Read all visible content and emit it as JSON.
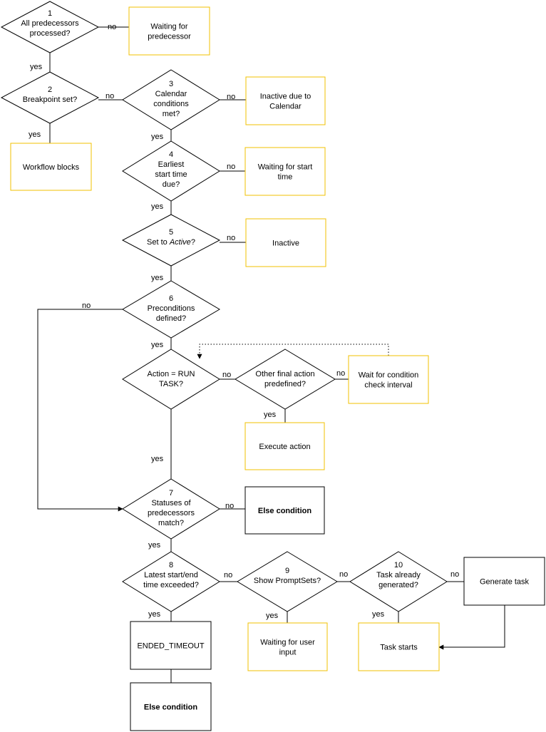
{
  "diamonds": {
    "d1": {
      "lines": [
        "1",
        "All predecessors",
        "processed?"
      ]
    },
    "d2": {
      "lines": [
        "2",
        "Breakpoint set?"
      ]
    },
    "d3": {
      "lines": [
        "3",
        "Calendar",
        "conditions",
        "met?"
      ]
    },
    "d4": {
      "lines": [
        "4",
        "Earliest",
        "start time",
        "due?"
      ]
    },
    "d5": {
      "lines": [
        "5",
        "Set to Active?"
      ]
    },
    "d6": {
      "lines": [
        "6",
        "Preconditions",
        "defined?"
      ]
    },
    "da": {
      "lines": [
        "Action = RUN",
        "TASK?"
      ]
    },
    "dof": {
      "lines": [
        "Other final action",
        "predefined?"
      ]
    },
    "d7": {
      "lines": [
        "7",
        "Statuses of",
        "predecessors",
        "match?"
      ]
    },
    "d8": {
      "lines": [
        "8",
        "Latest start/end",
        "time exceeded?"
      ]
    },
    "d9": {
      "lines": [
        "9",
        "Show PromptSets?"
      ]
    },
    "d10": {
      "lines": [
        "10",
        "Task already",
        "generated?"
      ]
    }
  },
  "boxes": {
    "b_wait_pred": {
      "lines": [
        "Waiting for",
        "predecessor"
      ],
      "style": "yellow"
    },
    "b_inact_cal": {
      "lines": [
        "Inactive due to",
        "Calendar"
      ],
      "style": "yellow"
    },
    "b_wf_blocks": {
      "lines": [
        "Workflow blocks"
      ],
      "style": "yellow"
    },
    "b_wait_start": {
      "lines": [
        "Waiting for start",
        "time"
      ],
      "style": "yellow"
    },
    "b_inactive": {
      "lines": [
        "Inactive"
      ],
      "style": "yellow"
    },
    "b_wait_cond": {
      "lines": [
        "Wait for condition",
        "check interval"
      ],
      "style": "yellow"
    },
    "b_exec": {
      "lines": [
        "Execute action"
      ],
      "style": "yellow"
    },
    "b_else1": {
      "lines": [
        "Else condition"
      ],
      "style": "black"
    },
    "b_timeout": {
      "lines": [
        "ENDED_TIMEOUT"
      ],
      "style": "black"
    },
    "b_else2": {
      "lines": [
        "Else condition"
      ],
      "style": "black"
    },
    "b_wait_input": {
      "lines": [
        "Waiting for user",
        "input"
      ],
      "style": "yellow"
    },
    "b_task_starts": {
      "lines": [
        "Task starts"
      ],
      "style": "yellow"
    },
    "b_gen_task": {
      "lines": [
        "Generate task"
      ],
      "style": "black"
    }
  },
  "labels": {
    "l1": "no",
    "l2": "yes",
    "l3": "no",
    "l4": "yes",
    "l5": "no",
    "l6": "yes",
    "l7": "no",
    "l8": "yes",
    "l9": "no",
    "l10": "yes",
    "l11": "no",
    "l12": "yes",
    "l13": "no",
    "l14": "no",
    "l15": "yes",
    "l16": "yes",
    "l17": "no",
    "l18": "yes",
    "l19": "no",
    "l20": "yes",
    "l21": "no",
    "l22": "yes",
    "l23": "no",
    "l24": "yes"
  }
}
